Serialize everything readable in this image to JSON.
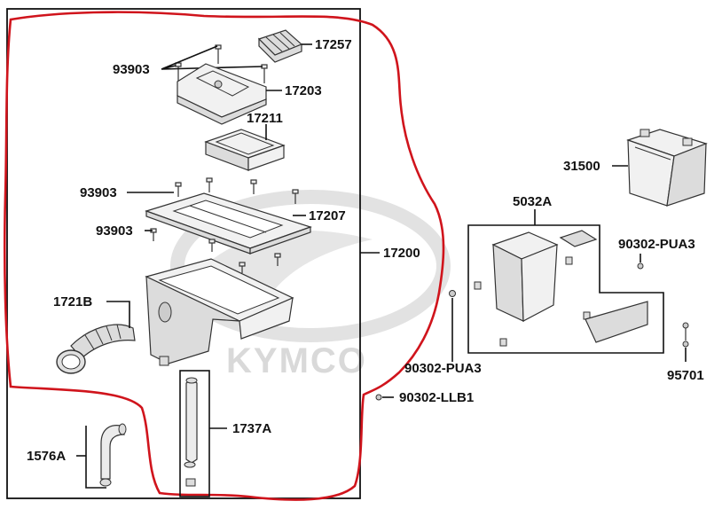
{
  "watermark": {
    "brand": "KYMCO"
  },
  "labels": {
    "p17257": "17257",
    "p93903_top": "93903",
    "p17203": "17203",
    "p17211": "17211",
    "p93903_mid": "93903",
    "p93903_low": "93903",
    "p17207": "17207",
    "p17200": "17200",
    "p1721B": "1721B",
    "p1737A": "1737A",
    "p1576A": "1576A",
    "p31500": "31500",
    "p5032A": "5032A",
    "p90302PUA3_right": "90302-PUA3",
    "p90302PUA3_mid": "90302-PUA3",
    "p90302LLB1": "90302-LLB1",
    "p95701": "95701"
  },
  "colors": {
    "highlight": "#d0141c",
    "line": "#111111",
    "watermark": "#d9d9d9"
  }
}
